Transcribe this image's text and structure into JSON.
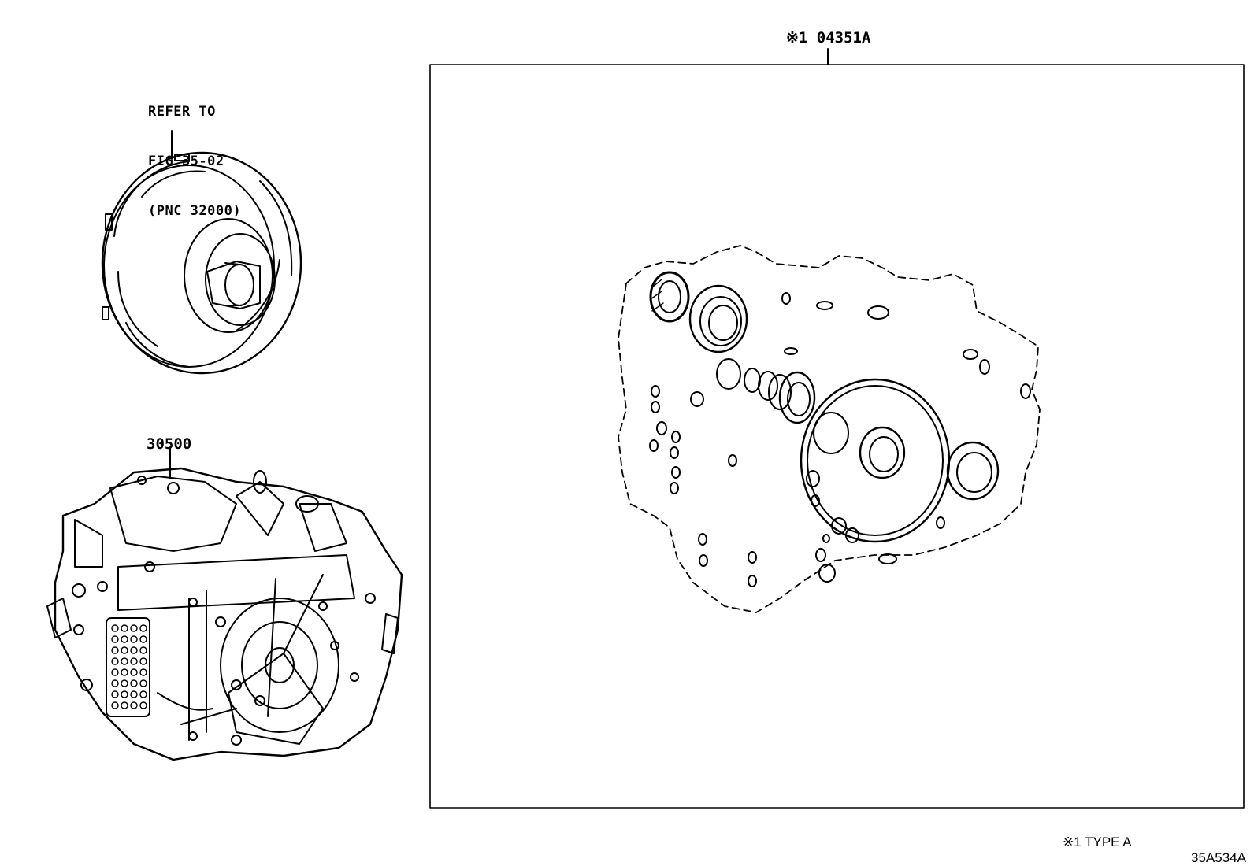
{
  "refer_note": {
    "line1": "REFER TO",
    "line2": "FIG 35-02",
    "line3": "(PNC 32000)"
  },
  "parts": {
    "transaxle_pn": "30500",
    "kit_pn": "※1 04351A"
  },
  "footnote": "※1 TYPE A",
  "figure_id": "35A534A"
}
